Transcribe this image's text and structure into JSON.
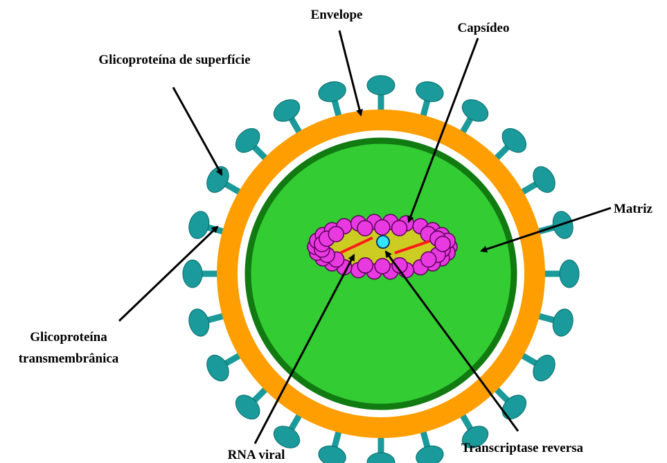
{
  "labels": {
    "envelope": "Envelope",
    "capsid": "Capsídeo",
    "surface_glycoprotein": "Glicoproteína de superfície",
    "matrix": "Matriz",
    "transmembrane_line1": "Glicoproteína",
    "transmembrane_line2": "transmembrânica",
    "viral_rna": "RNA viral",
    "reverse_transcriptase": "Transcriptase reversa"
  },
  "colors": {
    "envelope": "#ff9e00",
    "membrane_gap": "#ffffff",
    "matrix_fill": "#33cc33",
    "matrix_border": "#117a11",
    "spike": "#1a9a9a",
    "spike_outline": "#0b6b6b",
    "capsid_bead": "#e83ae0",
    "capsid_bead_outline": "#5a005a",
    "capsid_core": "#cccc22",
    "rna": "#ff1a1a",
    "enzyme": "#33e6ff",
    "arrow": "#000000"
  }
}
